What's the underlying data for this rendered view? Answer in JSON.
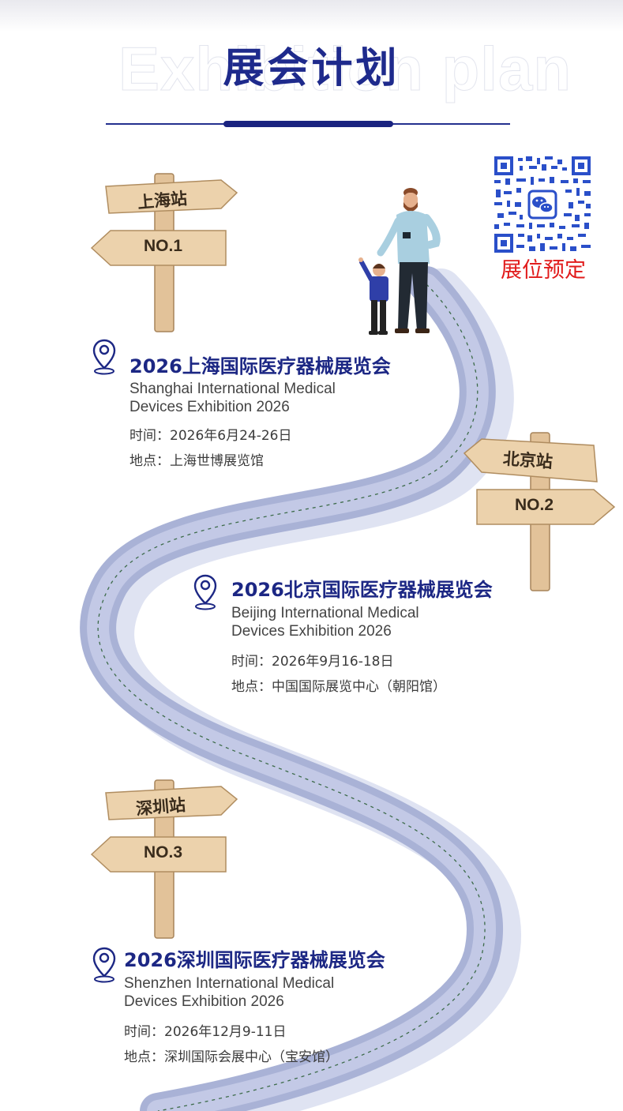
{
  "header": {
    "title": "展会计划",
    "background_word": "Exhibition plan"
  },
  "qr": {
    "caption": "展位预定",
    "center_icon": "wechat-icon"
  },
  "colors": {
    "title": "#1e2a8c",
    "road": "#a9b2d6",
    "sign_wood": "#e8c9a0",
    "qr_blue": "#2a4fc9",
    "caption_red": "#e11b1b"
  },
  "stations": [
    {
      "sign_station": "上海站",
      "sign_no": "NO.1",
      "title": "2026上海国际医疗器械展览会",
      "english_line1": "Shanghai International Medical",
      "english_line2": "Devices Exhibition 2026",
      "time": "时间：2026年6月24-26日",
      "venue": "地点：上海世博展览馆"
    },
    {
      "sign_station": "北京站",
      "sign_no": "NO.2",
      "title": "2026北京国际医疗器械展览会",
      "english_line1": "Beijing International Medical",
      "english_line2": "Devices Exhibition 2026",
      "time": "时间：2026年9月16-18日",
      "venue": "地点：中国国际展览中心（朝阳馆）"
    },
    {
      "sign_station": "深圳站",
      "sign_no": "NO.3",
      "title": "2026深圳国际医疗器械展览会",
      "english_line1": "Shenzhen International Medical",
      "english_line2": "Devices Exhibition 2026",
      "time": "时间：2026年12月9-11日",
      "venue": "地点：深圳国际会展中心（宝安馆）"
    }
  ]
}
